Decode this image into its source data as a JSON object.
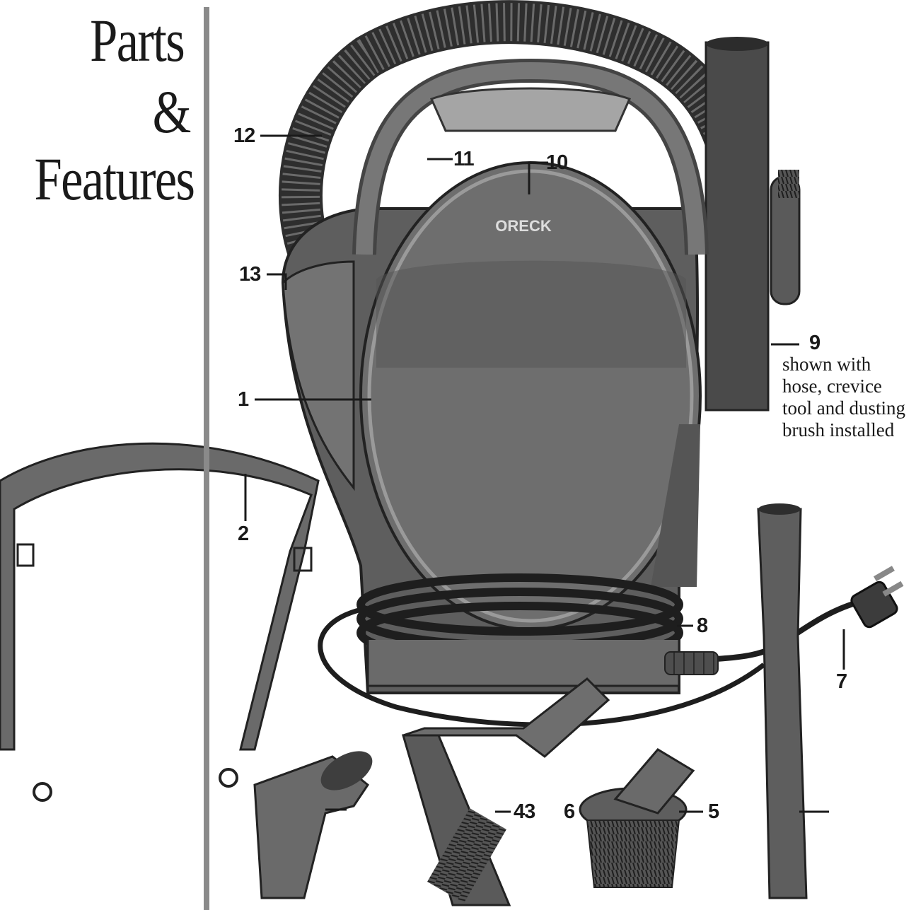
{
  "title": {
    "line1": "Parts",
    "line2": "&",
    "line3": "Features"
  },
  "brand": "ORECK",
  "callouts": {
    "c1": "1",
    "c2": "2",
    "c43": "43",
    "c5": "5",
    "c6": "6",
    "c7": "7",
    "c8": "8",
    "c9": "9",
    "c10": "10",
    "c11": "11",
    "c12": "12",
    "c13": "13"
  },
  "note": "shown with hose, crevice tool and dusting brush installed",
  "colors": {
    "body": "#6c6c6c",
    "dark": "#3e3e3e",
    "light": "#a5a5a5",
    "divider": "#8a8a8a"
  }
}
